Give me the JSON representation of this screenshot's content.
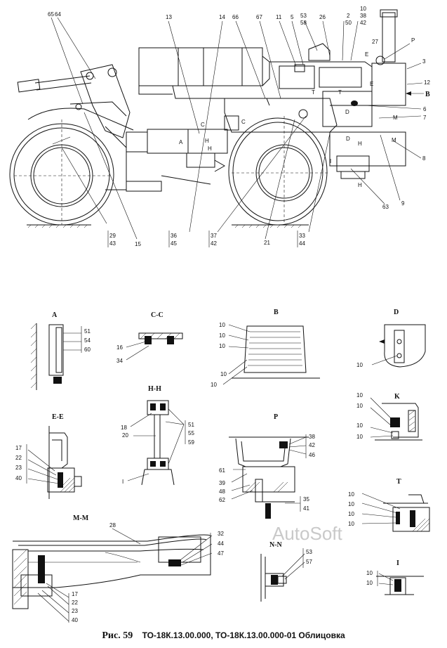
{
  "caption": {
    "figure": "Рис. 59",
    "text": "ТО-18К.13.00.000, ТО-18К.13.00.000-01 Облицовка"
  },
  "watermark": "AutoSoft",
  "main_view": {
    "callouts_top": [
      "65",
      "64",
      "13",
      "14",
      "66",
      "67",
      "11",
      "5",
      "53",
      "58",
      "26",
      "2",
      "50",
      "10",
      "38",
      "42",
      "27",
      "P",
      "3",
      "12",
      "B",
      "6",
      "7",
      "8",
      "9",
      "63"
    ],
    "callouts_bottom": [
      "29",
      "43",
      "15",
      "36",
      "45",
      "37",
      "42",
      "21",
      "33",
      "44"
    ],
    "view_letters": [
      "A",
      "H",
      "C",
      "C",
      "H",
      "T",
      "T",
      "D",
      "D",
      "H",
      "M",
      "M",
      "I",
      "H",
      "E",
      "E"
    ]
  },
  "details": {
    "A": {
      "title": "A",
      "labels": [
        "51",
        "54",
        "60"
      ]
    },
    "CC": {
      "title": "C-C",
      "labels": [
        "16",
        "34"
      ]
    },
    "B": {
      "title": "B",
      "labels": [
        "10",
        "10",
        "10",
        "10",
        "10"
      ]
    },
    "D": {
      "title": "D",
      "labels": [
        "10"
      ]
    },
    "HH": {
      "title": "H-H",
      "labels": [
        "18",
        "51",
        "55",
        "59",
        "20",
        "I"
      ]
    },
    "K": {
      "title": "K",
      "labels": [
        "10",
        "10",
        "10",
        "10"
      ]
    },
    "EE": {
      "title": "E-E",
      "labels": [
        "17",
        "22",
        "23",
        "40"
      ]
    },
    "P": {
      "title": "P",
      "labels": [
        "38",
        "42",
        "46",
        "61",
        "39",
        "48",
        "62",
        "35",
        "41"
      ]
    },
    "T": {
      "title": "T",
      "labels": [
        "10",
        "10",
        "10",
        "10"
      ]
    },
    "MM": {
      "title": "M-M",
      "labels": [
        "28",
        "32",
        "44",
        "47",
        "17",
        "22",
        "23",
        "40"
      ]
    },
    "NN": {
      "title": "N-N",
      "labels": [
        "53",
        "57"
      ]
    },
    "I": {
      "title": "I",
      "labels": [
        "10",
        "10"
      ]
    }
  },
  "colors": {
    "ink": "#111111",
    "watermark": "#c9c9c9",
    "paper": "#ffffff"
  }
}
